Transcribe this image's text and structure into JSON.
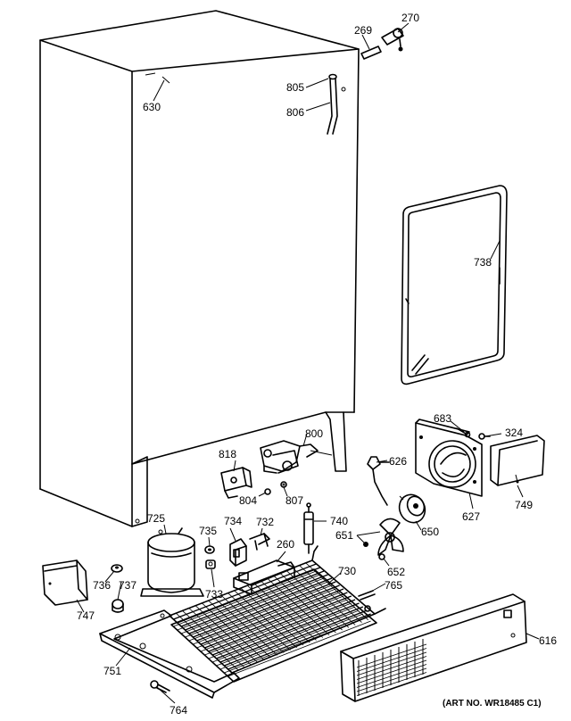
{
  "art_number": "(ART NO. WR18485 C1)",
  "parts": [
    {
      "id": "p269",
      "label": "269"
    },
    {
      "id": "p270",
      "label": "270"
    },
    {
      "id": "p805",
      "label": "805"
    },
    {
      "id": "p806",
      "label": "806"
    },
    {
      "id": "p630",
      "label": "630"
    },
    {
      "id": "p738",
      "label": "738"
    },
    {
      "id": "p800",
      "label": "800"
    },
    {
      "id": "p818",
      "label": "818"
    },
    {
      "id": "p804",
      "label": "804"
    },
    {
      "id": "p807",
      "label": "807"
    },
    {
      "id": "p626",
      "label": "626"
    },
    {
      "id": "p683",
      "label": "683"
    },
    {
      "id": "p324",
      "label": "324"
    },
    {
      "id": "p627",
      "label": "627"
    },
    {
      "id": "p749",
      "label": "749"
    },
    {
      "id": "p650",
      "label": "650"
    },
    {
      "id": "p725",
      "label": "725"
    },
    {
      "id": "p735",
      "label": "735"
    },
    {
      "id": "p734",
      "label": "734"
    },
    {
      "id": "p732",
      "label": "732"
    },
    {
      "id": "p740",
      "label": "740"
    },
    {
      "id": "p651",
      "label": "651"
    },
    {
      "id": "p260",
      "label": "260"
    },
    {
      "id": "p730",
      "label": "730"
    },
    {
      "id": "p652",
      "label": "652"
    },
    {
      "id": "p765",
      "label": "765"
    },
    {
      "id": "p736",
      "label": "736"
    },
    {
      "id": "p737",
      "label": "737"
    },
    {
      "id": "p733",
      "label": "733"
    },
    {
      "id": "p747",
      "label": "747"
    },
    {
      "id": "p751",
      "label": "751"
    },
    {
      "id": "p764",
      "label": "764"
    },
    {
      "id": "p616",
      "label": "616"
    }
  ]
}
